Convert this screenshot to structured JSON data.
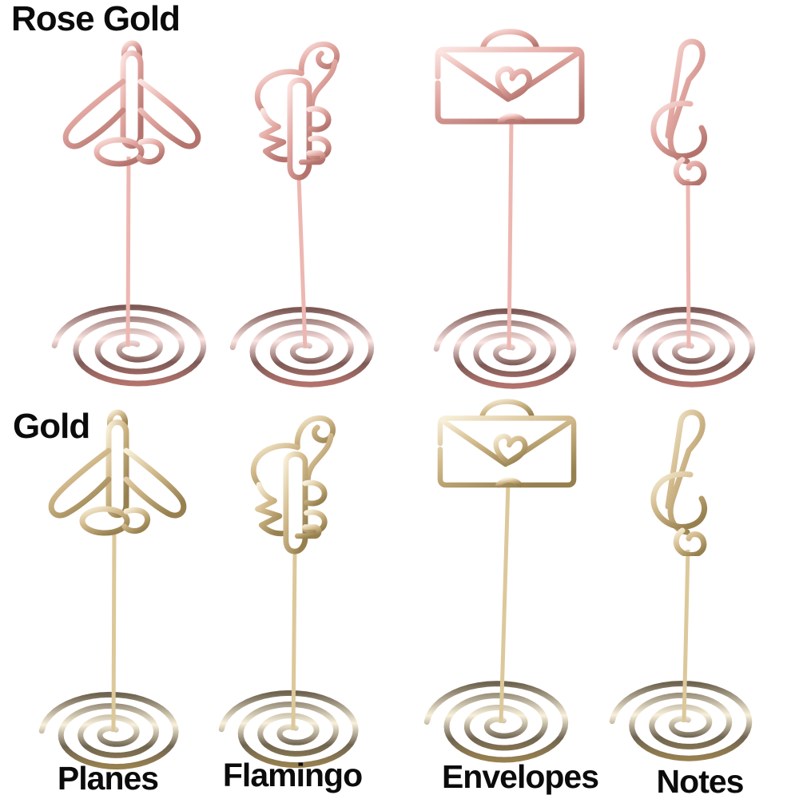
{
  "rows": [
    {
      "label": "Rose Gold",
      "finish": "rose gold",
      "items": [
        "plane",
        "flamingo",
        "envelope",
        "music-note"
      ]
    },
    {
      "label": "Gold",
      "finish": "gold",
      "items": [
        "plane",
        "flamingo",
        "envelope",
        "music-note"
      ]
    }
  ],
  "column_labels": [
    "Planes",
    "Flamingo",
    "Envelopes",
    "Notes"
  ],
  "colors": {
    "background": "#ffffff",
    "label_text": "#0b0b0b",
    "rose_gold": {
      "highlight": "#fbe4e1",
      "mid": "#e3a8a2",
      "deep": "#b3736c",
      "spiral_dark": "#7d5955",
      "stem": "#edb7b1"
    },
    "gold": {
      "highlight": "#f8f0da",
      "mid": "#d2ba8c",
      "deep": "#97804f",
      "spiral_dark": "#6f6450",
      "stem": "#dcc89a"
    }
  }
}
